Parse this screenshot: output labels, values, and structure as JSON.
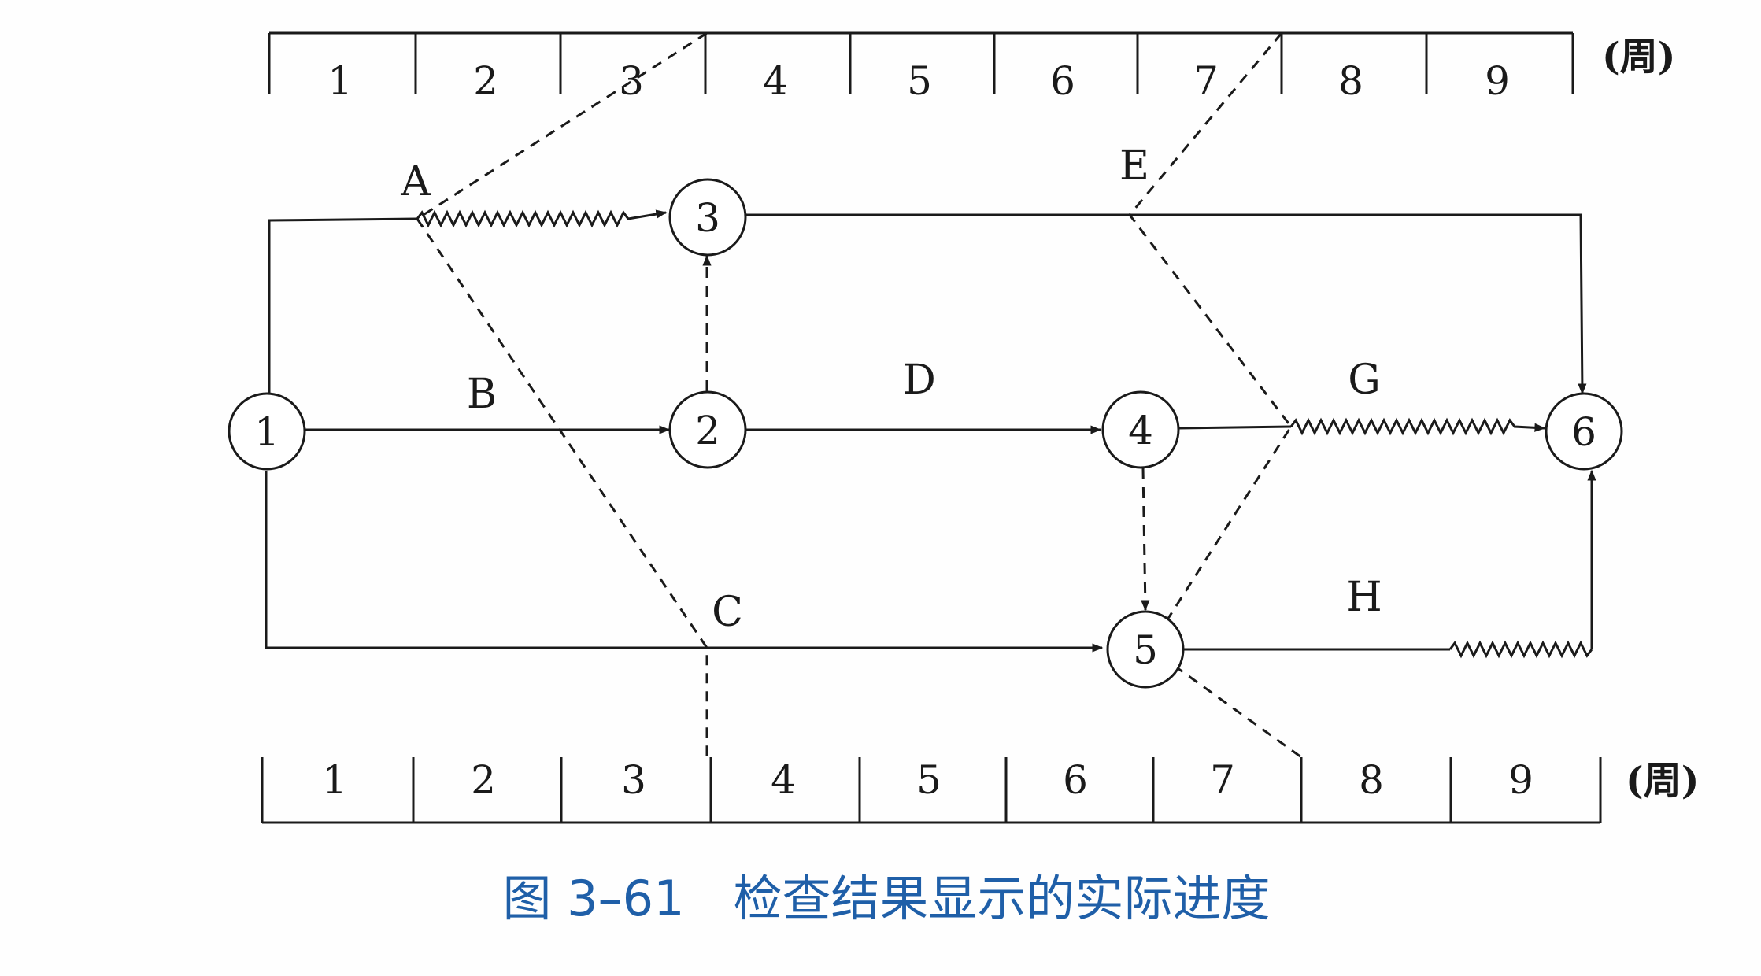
{
  "timescale": {
    "weeks": [
      "1",
      "2",
      "3",
      "4",
      "5",
      "6",
      "7",
      "8",
      "9"
    ],
    "unit": "(周)"
  },
  "nodes": [
    {
      "id": "1",
      "label": "1"
    },
    {
      "id": "2",
      "label": "2"
    },
    {
      "id": "3",
      "label": "3"
    },
    {
      "id": "4",
      "label": "4"
    },
    {
      "id": "5",
      "label": "5"
    },
    {
      "id": "6",
      "label": "6"
    }
  ],
  "activities": [
    {
      "id": "A",
      "label": "A",
      "from": "1",
      "to": "3"
    },
    {
      "id": "B",
      "label": "B",
      "from": "1",
      "to": "2"
    },
    {
      "id": "C",
      "label": "C",
      "from": "1",
      "to": "5"
    },
    {
      "id": "D",
      "label": "D",
      "from": "2",
      "to": "4"
    },
    {
      "id": "E",
      "label": "E",
      "from": "3",
      "to": "6"
    },
    {
      "id": "G",
      "label": "G",
      "from": "4",
      "to": "6"
    },
    {
      "id": "H",
      "label": "H",
      "from": "5",
      "to": "6"
    }
  ],
  "caption": "图 3–61　检查结果显示的实际进度",
  "colors": {
    "ink": "#1a1a1a",
    "caption": "#1f5fa8"
  }
}
